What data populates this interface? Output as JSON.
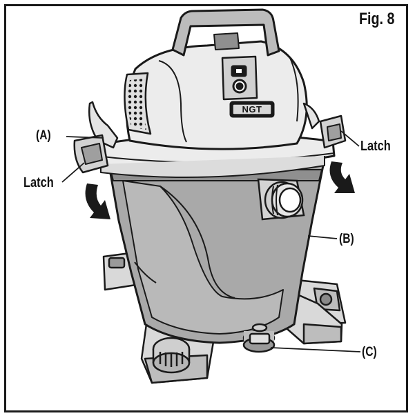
{
  "figure": {
    "title": "Fig. 8"
  },
  "brand_badge": {
    "text": "NGT"
  },
  "callouts": {
    "lid": "(A)",
    "latch_right": "Latch",
    "latch_left": "Latch",
    "tank": "(B)",
    "drain_cap": "(C)"
  },
  "colors": {
    "tank_fill": "#a9a9a9",
    "lid_fill": "#ececec",
    "outline": "#1a1a1a",
    "background": "#ffffff"
  }
}
